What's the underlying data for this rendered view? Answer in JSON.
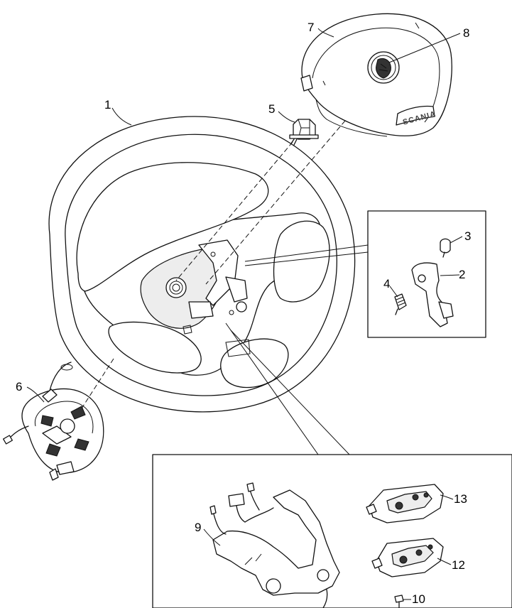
{
  "callouts": [
    {
      "id": "1",
      "label": "1"
    },
    {
      "id": "2",
      "label": "2"
    },
    {
      "id": "3",
      "label": "3"
    },
    {
      "id": "4",
      "label": "4"
    },
    {
      "id": "5",
      "label": "5"
    },
    {
      "id": "6",
      "label": "6"
    },
    {
      "id": "7",
      "label": "7"
    },
    {
      "id": "8",
      "label": "8"
    },
    {
      "id": "9",
      "label": "9"
    },
    {
      "id": "10",
      "label": "10"
    },
    {
      "id": "12",
      "label": "12"
    },
    {
      "id": "13",
      "label": "13"
    }
  ],
  "airbag": {
    "brand_text": "SCANIA"
  }
}
